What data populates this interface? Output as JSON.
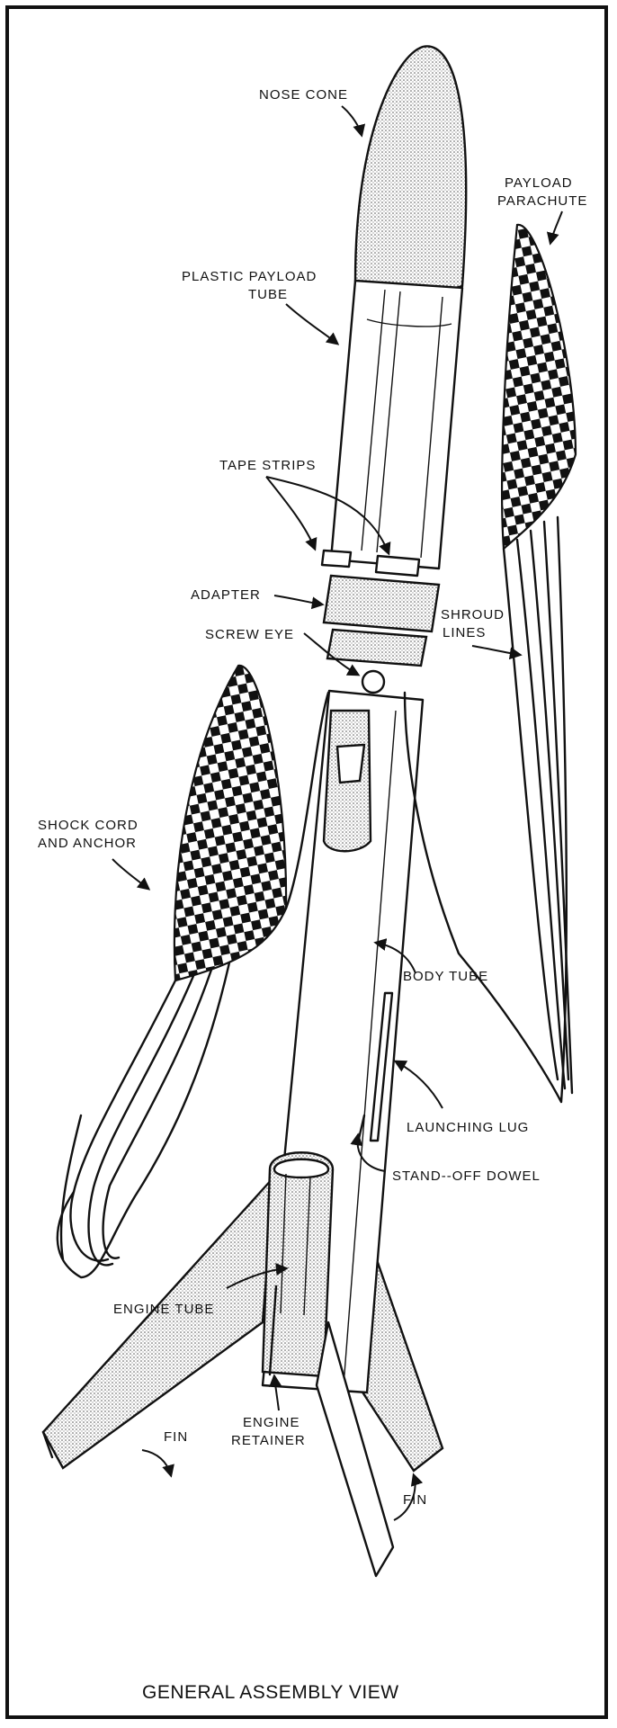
{
  "labels": {
    "nose_cone": "NOSE CONE",
    "payload_parachute_1": "PAYLOAD",
    "payload_parachute_2": "PARACHUTE",
    "plastic_payload_tube_1": "PLASTIC PAYLOAD",
    "plastic_payload_tube_2": "TUBE",
    "tape_strips": "TAPE STRIPS",
    "adapter": "ADAPTER",
    "screw_eye": "SCREW EYE",
    "shroud_lines_1": "SHROUD",
    "shroud_lines_2": "LINES",
    "shock_cord_1": "SHOCK CORD",
    "shock_cord_2": "AND ANCHOR",
    "body_tube": "BODY TUBE",
    "launching_lug": "LAUNCHING LUG",
    "standoff_dowel": "STAND--OFF DOWEL",
    "engine_tube": "ENGINE TUBE",
    "engine_retainer_1": "ENGINE",
    "engine_retainer_2": "RETAINER",
    "fin_left": "FIN",
    "fin_right": "FIN"
  },
  "caption": "GENERAL ASSEMBLY VIEW"
}
